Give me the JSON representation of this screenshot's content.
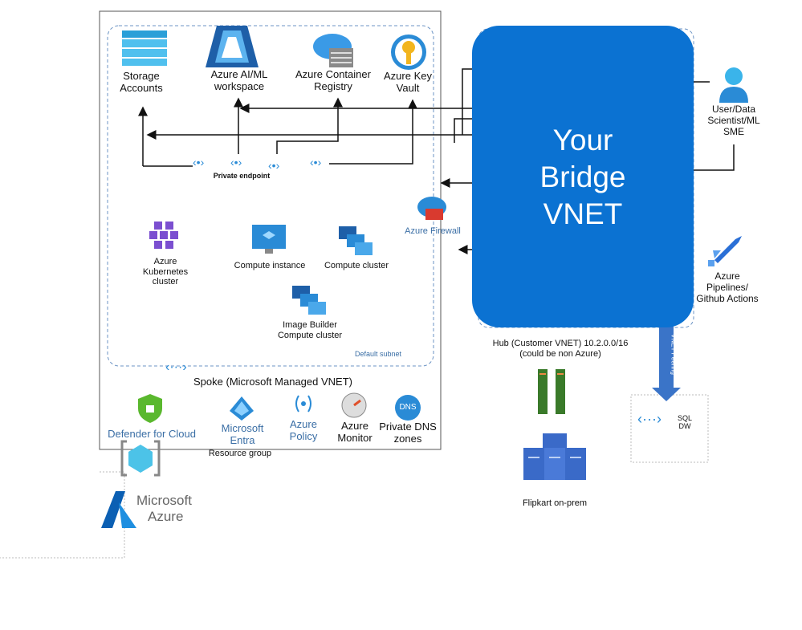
{
  "resources": {
    "storage": "Storage\nAccounts",
    "aiml": "Azure AI/ML\nworkspace",
    "registry": "Azure Container\nRegistry",
    "keyvault": "Azure Key\nVault",
    "private_endpoint": "Private endpoint",
    "firewall": "Azure Firewall",
    "kubernetes": "Azure\nKubernetes\ncluster",
    "compute_instance": "Compute instance",
    "compute_cluster": "Compute cluster",
    "image_builder": "Image Builder\nCompute cluster",
    "default_subnet": "Default  subnet",
    "spoke": "Spoke (Microsoft Managed  VNET)",
    "defender": "Defender for Cloud",
    "entra": "Microsoft\nEntra",
    "policy": "Azure\nPolicy",
    "monitor": "Azure\nMonitor",
    "dns": "Private DNS\nzones",
    "dns_icon_text": "DNS",
    "resource_group": "Resource group"
  },
  "bridge": {
    "title": "Your\nBridge\nVNET"
  },
  "right": {
    "user": "User/Data\nScientist/ML\nSME",
    "pipelines": "Azure\nPipelines/\nGithub Actions",
    "hub": "Hub (Customer VNET) 10.2.0.0/16\n(could be non Azure)",
    "vnet_peering": "VNET Peering",
    "sql": "SQL\nDW",
    "onprem": "Flipkart on-prem"
  },
  "logo": {
    "microsoft": "Microsoft",
    "azure": "Azure"
  },
  "colors": {
    "bridge": "#0b72d2",
    "azure_blue": "#1f8fe0",
    "entra_text": "#3a6ea5",
    "peering_arrow": "#3a74c8"
  }
}
